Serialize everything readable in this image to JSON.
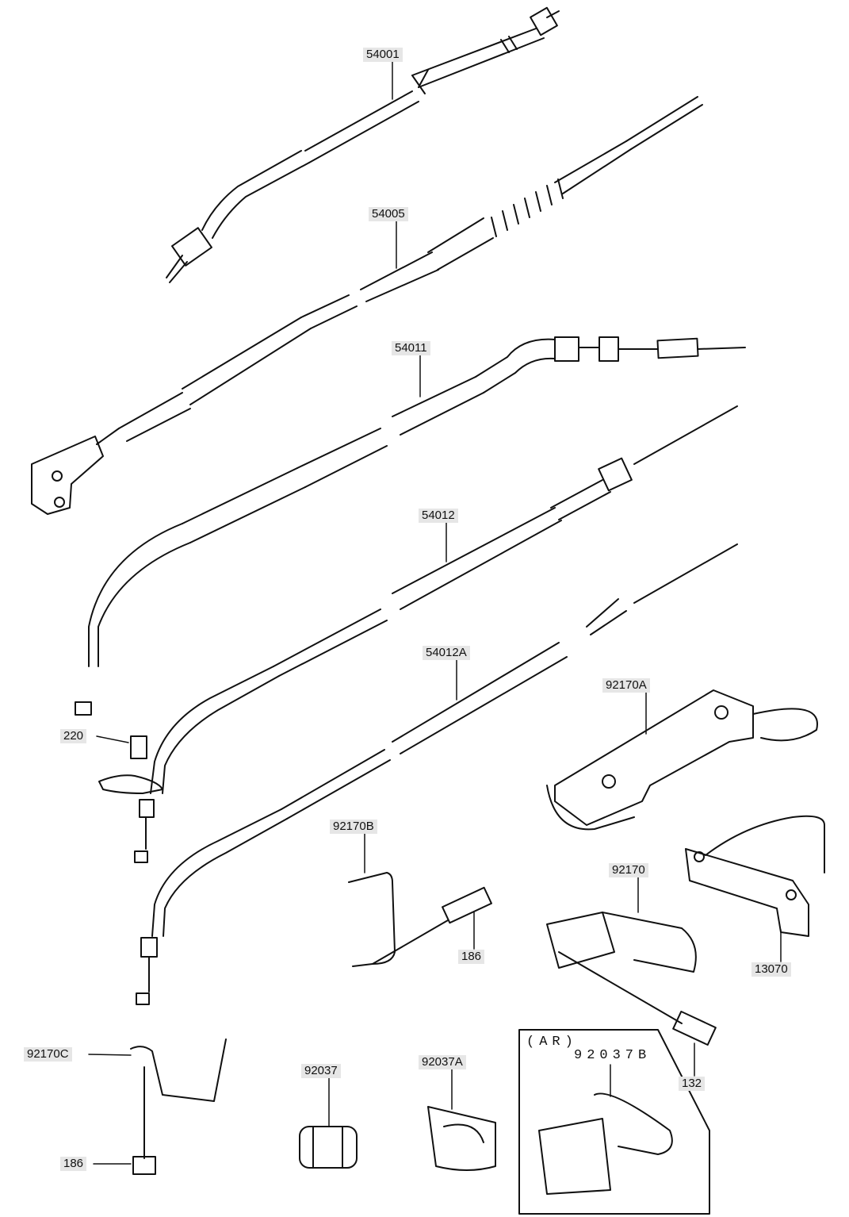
{
  "parts": {
    "p54001": "54001",
    "p54005": "54005",
    "p54011": "54011",
    "p54012": "54012",
    "p54012A": "54012A",
    "p220": "220",
    "p92170A": "92170A",
    "p92170B": "92170B",
    "p186a": "186",
    "p92170": "92170",
    "p13070": "13070",
    "p132": "132",
    "p92170C": "92170C",
    "p186b": "186",
    "p92037": "92037",
    "p92037A": "92037A",
    "p92037B": "92037B"
  },
  "region": {
    "label": "(AR)"
  }
}
